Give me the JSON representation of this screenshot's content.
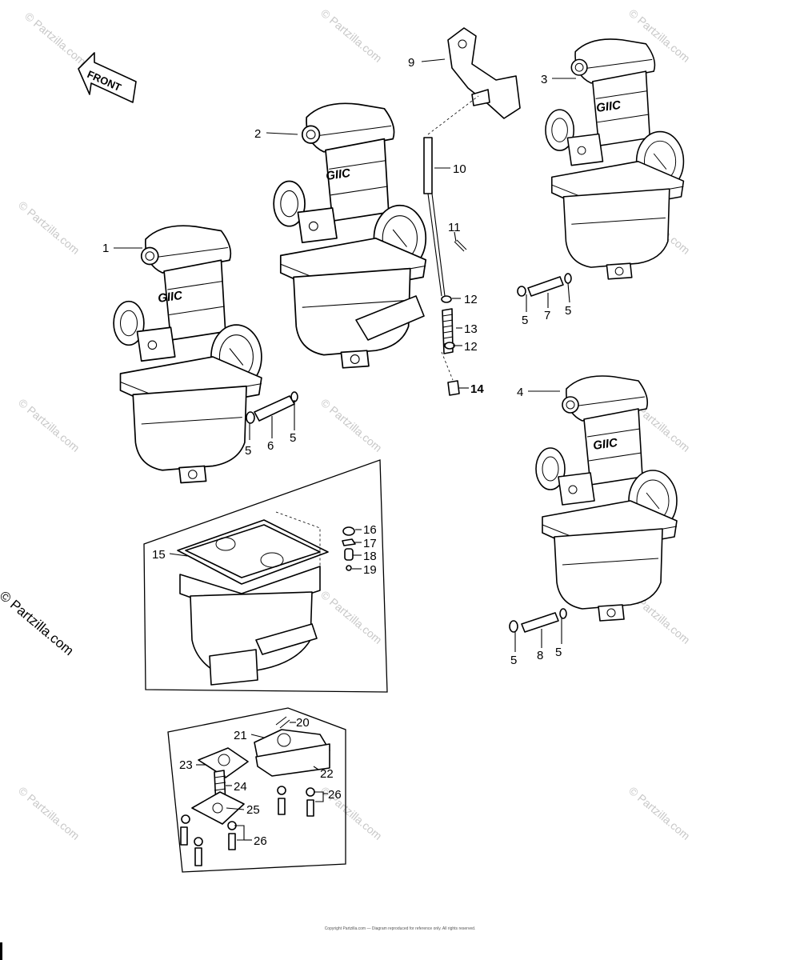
{
  "watermark": "© Partzilla.com",
  "copyright_text": "© Partzilla.com",
  "front_label": "FRONT",
  "footer_text": "Copyright Partzilla.com — Diagram reproduced for reference only. All rights reserved.",
  "callouts": {
    "c1": "1",
    "c2": "2",
    "c3": "3",
    "c4": "4",
    "c5a": "5",
    "c5b": "5",
    "c5c": "5",
    "c5d": "5",
    "c5e": "5",
    "c5f": "5",
    "c6": "6",
    "c7": "7",
    "c8": "8",
    "c9": "9",
    "c10": "10",
    "c11": "11",
    "c12a": "12",
    "c12b": "12",
    "c13": "13",
    "c14": "14",
    "c15": "15",
    "c16": "16",
    "c17": "17",
    "c18": "18",
    "c19": "19",
    "c20": "20",
    "c21": "21",
    "c22": "22",
    "c23": "23",
    "c24": "24",
    "c25": "25",
    "c26a": "26",
    "c26b": "26"
  },
  "carb_logo": "GIIC"
}
